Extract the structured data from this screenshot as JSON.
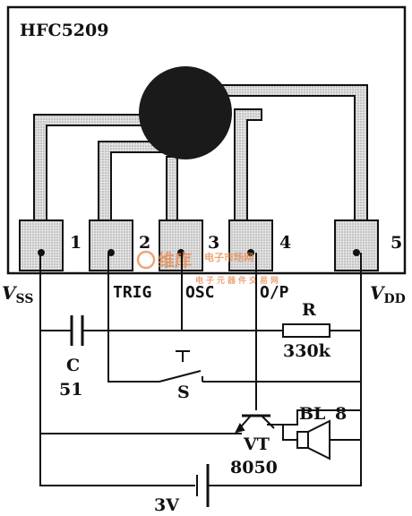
{
  "chip": {
    "name": "HFC5209",
    "pins": [
      {
        "number": "1",
        "label": "V",
        "sub": "SS"
      },
      {
        "number": "2",
        "label": "TRIG"
      },
      {
        "number": "3",
        "label": "OSC"
      },
      {
        "number": "4",
        "label": "O/P"
      },
      {
        "number": "5",
        "label": "V",
        "sub": "DD"
      }
    ]
  },
  "components": {
    "capacitor": {
      "name": "C",
      "value": "51"
    },
    "resistor": {
      "name": "R",
      "value": "330k"
    },
    "switch": {
      "name": "S"
    },
    "transistor": {
      "name": "VT",
      "value": "8050"
    },
    "buzzer": {
      "name": "BL",
      "value": "8"
    },
    "battery": {
      "value": "3V"
    }
  },
  "watermark": {
    "logo": "维库",
    "text": "电子市场网",
    "sub": "电子元器件交易网"
  },
  "colors": {
    "ink": "#111111",
    "pad": "#c8c8c8",
    "blob": "#1a1a1a",
    "watermark": "#e8864a"
  }
}
